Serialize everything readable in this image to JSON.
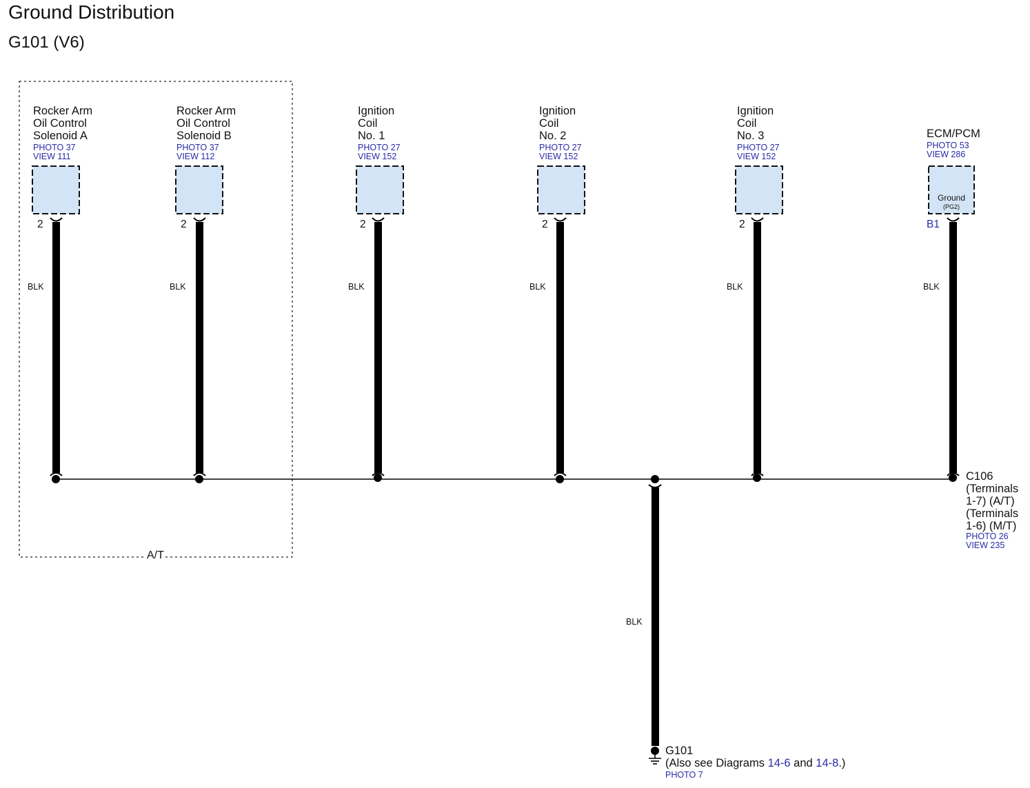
{
  "header": {
    "title": "Ground Distribution",
    "subtitle": "G101 (V6)"
  },
  "colors": {
    "connector_fill": "#d2e4f6",
    "wire": "#000000",
    "ref_text": "#2a2aa8"
  },
  "at_group_label": "A/T",
  "components": [
    {
      "name": [
        "Rocker Arm",
        "Oil Control",
        "Solenoid A"
      ],
      "photo": "PHOTO 37",
      "view": "VIEW 111",
      "pin": "2",
      "wire": "BLK"
    },
    {
      "name": [
        "Rocker Arm",
        "Oil Control",
        "Solenoid B"
      ],
      "photo": "PHOTO 37",
      "view": "VIEW 112",
      "pin": "2",
      "wire": "BLK"
    },
    {
      "name": [
        "Ignition",
        "Coil",
        "No. 1"
      ],
      "photo": "PHOTO 27",
      "view": "VIEW 152",
      "pin": "2",
      "wire": "BLK"
    },
    {
      "name": [
        "Ignition",
        "Coil",
        "No. 2"
      ],
      "photo": "PHOTO 27",
      "view": "VIEW 152",
      "pin": "2",
      "wire": "BLK"
    },
    {
      "name": [
        "Ignition",
        "Coil",
        "No. 3"
      ],
      "photo": "PHOTO 27",
      "view": "VIEW 152",
      "pin": "2",
      "wire": "BLK"
    },
    {
      "name": [
        "ECM/PCM"
      ],
      "photo": "PHOTO 53",
      "view": "VIEW 286",
      "pin": "B1",
      "wire": "BLK",
      "box_label": "Ground",
      "box_sublabel": "(PG2)"
    }
  ],
  "c106": {
    "lines": [
      "C106",
      "(Terminals",
      "1-7) (A/T)",
      "(Terminals",
      "1-6) (M/T)"
    ],
    "photo": "PHOTO 26",
    "view": "VIEW 235"
  },
  "ground": {
    "wire": "BLK",
    "name": "G101",
    "note_prefix": "(Also see Diagrams ",
    "link1": "14-6",
    "note_mid": " and ",
    "link2": "14-8",
    "note_suffix": ".)",
    "photo": "PHOTO 7"
  }
}
